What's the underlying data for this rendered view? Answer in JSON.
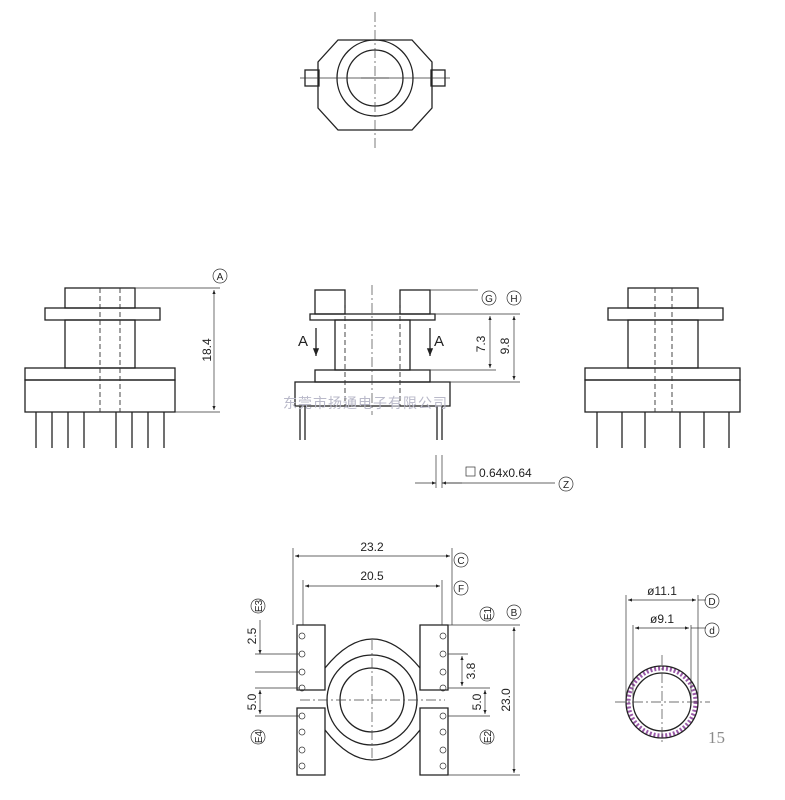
{
  "dimensions": {
    "height_total": "18.4",
    "dim_7_3": "7.3",
    "dim_9_8": "9.8",
    "pin_size": "0.64x0.64",
    "width_outer": "23.2",
    "width_inner": "20.5",
    "pitch": "2.5",
    "gap_left": "5.0",
    "dim_3_8": "3.8",
    "gap_right": "5.0",
    "depth": "23.0",
    "outer_diameter": "ø11.1",
    "inner_diameter": "ø9.1"
  },
  "callouts": {
    "a": "A",
    "g": "G",
    "h": "H",
    "z": "Z",
    "c": "C",
    "f": "F",
    "b": "B",
    "e1": "E1",
    "e2": "E2",
    "e3": "E3",
    "e4": "E4",
    "d_upper": "D",
    "d_lower": "d"
  },
  "labels": {
    "section_left": "A",
    "section_right": "A"
  },
  "watermark": "东莞市扬通电子有限公司",
  "page_number": "15"
}
